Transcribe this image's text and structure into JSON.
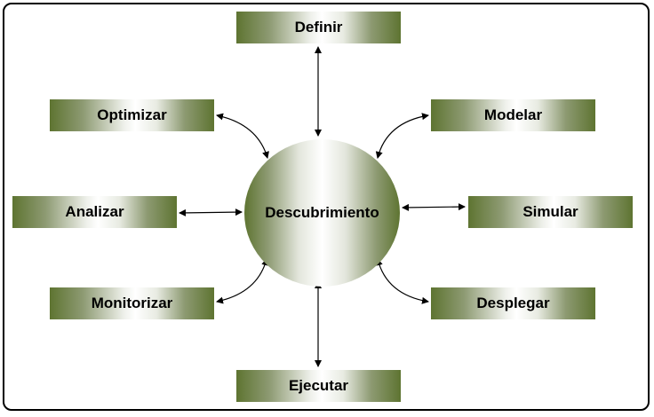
{
  "center": {
    "label": "Descubrimiento"
  },
  "nodes": {
    "definir": "Definir",
    "optimizar": "Optimizar",
    "modelar": "Modelar",
    "analizar": "Analizar",
    "simular": "Simular",
    "monitorizar": "Monitorizar",
    "desplegar": "Desplegar",
    "ejecutar": "Ejecutar"
  },
  "colors": {
    "gradient_dark": "#5e7431",
    "gradient_light": "#ffffff"
  }
}
